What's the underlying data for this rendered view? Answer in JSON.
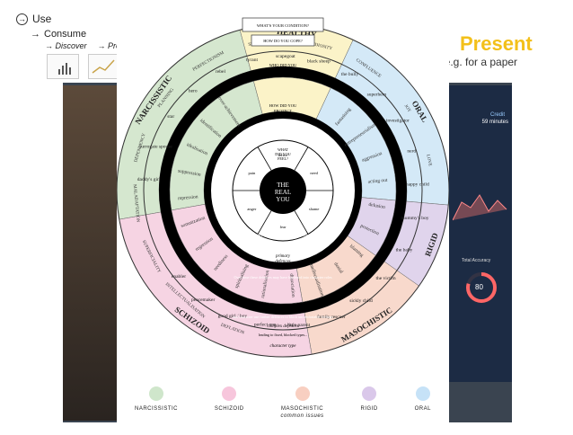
{
  "tree": {
    "root": {
      "icon": "circle-arrow-icon",
      "label": "Use"
    },
    "child": {
      "label": "Consume"
    },
    "items": [
      "Discover",
      "Present"
    ]
  },
  "present_heading": "Present",
  "present_subtitle": ", e.g. for a paper",
  "wheel": {
    "title_lines": [
      "WHAT'S YOUR CONDITION?",
      "HOW DO YOU COPE?"
    ],
    "center": [
      "THE",
      "REAL",
      "YOU"
    ],
    "inner_prompt": [
      "WHAT",
      "DID YOU",
      "FEEL?"
    ],
    "feelings": [
      "terror",
      "need",
      "shame",
      "fear",
      "anger",
      "pain"
    ],
    "mid_prompt": [
      "HOW DID YOU",
      "PROTECT",
      "YOURSELF?"
    ],
    "who_prompt": [
      "WHO DID YOU",
      "BECOME?"
    ],
    "sectors": [
      "NARCISSISTIC",
      "HEALTHY",
      "ORAL",
      "RIGID",
      "MASOCHISTIC",
      "SCHIZOID"
    ],
    "sector_colors": [
      "#d5e7cf",
      "#fbf3c8",
      "#d4e9f7",
      "#e0d4ec",
      "#f8d9cc",
      "#f6d4e3"
    ],
    "roles": [
      "daddy's girl",
      "surrogate spouse",
      "star",
      "hero",
      "rebel",
      "tyrant",
      "scapegoat",
      "black sheep",
      "the bully",
      "superhero",
      "investigator",
      "nerd",
      "happy child",
      "mummy's boy",
      "the baby",
      "the victim",
      "sickly child",
      "family rescuer",
      "little parent",
      "perfect one",
      "good girl / boy",
      "peacemaker",
      "enabler"
    ],
    "defences": [
      "fantasising",
      "entrepreneurialism",
      "aggression",
      "acting out",
      "delusion",
      "protection",
      "blaming",
      "denial",
      "intellectualisation",
      "dissociation",
      "rationalisation",
      "spiritualising",
      "neediness",
      "regression",
      "somatization",
      "repression",
      "suppression",
      "idealisation",
      "identification",
      "over-achievement"
    ],
    "ring_text": [
      "If your parents didn't respond well, you had to defend yourself with...",
      "Over time these defences may have hardened into character roles",
      "and character use further defences to block uncomfortable feelings",
      "leading to fixed, blocked types..."
    ],
    "labels": {
      "primary": [
        "primary",
        "defences"
      ],
      "character_roles": "character roles",
      "complex_defences": "complex defences",
      "character_type": "character type"
    },
    "outer_words": [
      "DEFLATION",
      "INTELLECTUALISATION",
      "SUPERFICIALITY",
      "MALADAPTATION",
      "DEPENDENCY",
      "PLANNING",
      "PERFECTIONISM",
      "SHOULDING",
      "GRANDIOSITY",
      "CONFLUENCE",
      "JOY",
      "LOVE"
    ],
    "legend": [
      "NARCISSISTIC",
      "SCHIZOID",
      "MASOCHISTIC",
      "RIGID",
      "ORAL"
    ],
    "legend_colors": [
      "#cfe6cb",
      "#f7c6dc",
      "#f8cfc1",
      "#dac8ea",
      "#c6e2f7"
    ],
    "legend_sub": "common issues"
  },
  "dashboard": {
    "title": "Credit",
    "value": "59 minutes",
    "accuracy_label": "Total Accuracy",
    "accuracy_value": "80"
  }
}
